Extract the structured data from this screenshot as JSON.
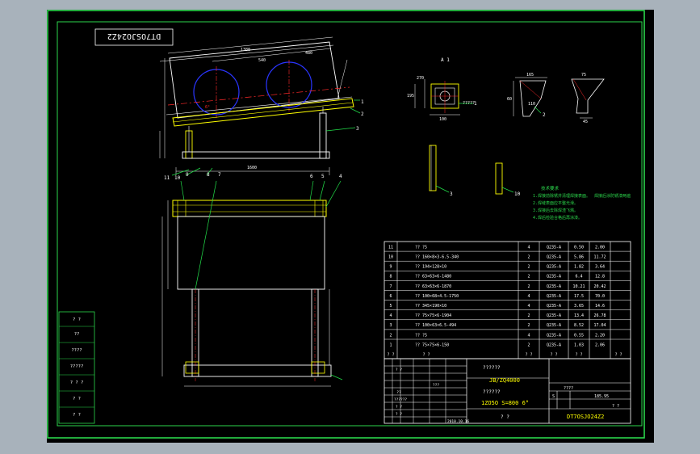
{
  "colors": {
    "background": "#a8b2bb",
    "sheet": "#000000",
    "frame": "#2bd64b",
    "line": "#ffffff",
    "accent_yellow": "#ffff00",
    "accent_red": "#ff2a2a",
    "accent_blue": "#2a35ff",
    "leader": "#22e04a"
  },
  "stamp": "DT7OSJO24Z2",
  "main_view": {
    "dims_top": [
      "1380",
      "540",
      "480"
    ],
    "dim_angle": "6°",
    "dim_overall_width": "1600",
    "callouts": [
      "1",
      "2",
      "3"
    ],
    "callouts_left": [
      "11",
      "10",
      "9",
      "8",
      "7"
    ],
    "callouts_top": [
      "6",
      "5",
      "4"
    ]
  },
  "detail": {
    "title": "A 1",
    "note": "?????",
    "dims_a": [
      "270",
      "195",
      "100"
    ],
    "dims_b": [
      "165",
      "60",
      "110"
    ],
    "dims_c": [
      "75",
      "45"
    ],
    "labels": [
      "1",
      "2",
      "3",
      "10"
    ]
  },
  "tech": {
    "title": "技术要求",
    "lines": [
      "1.焊接前除锈并清理焊接表面。",
      "2.焊缝表面应平整光滑。",
      "3.焊接后去除焊渣飞溅。",
      "4.焊后检验合格后再涂漆。"
    ],
    "side": "焊接后涂防锈漆两遍"
  },
  "bom": {
    "rows": [
      [
        "11",
        "?? ?5",
        "4",
        "Q235-A",
        "0.50",
        "2.00"
      ],
      [
        "10",
        "?? 160×8×3-6.5-340",
        "2",
        "Q235-A",
        "5.86",
        "11.72"
      ],
      [
        "9",
        "?? 194×128×10",
        "2",
        "Q235-A",
        "1.82",
        "3.64"
      ],
      [
        "8",
        "?? 63×63×6-1480",
        "2",
        "Q235-A",
        "6.4",
        "12.8"
      ],
      [
        "7",
        "?? 63×63×6-1870",
        "2",
        "Q235-A",
        "10.21",
        "20.42"
      ],
      [
        "6",
        "?? 100×68×4.5-1750",
        "4",
        "Q235-A",
        "17.5",
        "70.0"
      ],
      [
        "5",
        "?? 345×190×10",
        "4",
        "Q235-A",
        "3.65",
        "14.6"
      ],
      [
        "4",
        "?? 75×75×6-1904",
        "2",
        "Q235-A",
        "13.4",
        "26.78"
      ],
      [
        "3",
        "?? 100×63×6.5-494",
        "2",
        "Q235-A",
        "8.52",
        "17.04"
      ],
      [
        "2",
        "?? ?5",
        "4",
        "Q235-A",
        "0.55",
        "2.20"
      ],
      [
        "1",
        "?? 75×75×6-150",
        "2",
        "Q235-A",
        "1.03",
        "2.06"
      ]
    ],
    "header": [
      "? ?",
      "? ?",
      "? ?",
      "? ?",
      "? ?",
      "? ?"
    ]
  },
  "title_block": {
    "q1": "??????",
    "code": "JB/ZQ4000",
    "q2": "??????",
    "model": "1ZO5O S=800 6°",
    "name_q": "? ?",
    "drawing_no": "DT7OSJO24Z2",
    "mark_s": "S",
    "weight": "185.95",
    "scale_q": "? ?",
    "date": "2010.10.16",
    "small_q": "????",
    "left_labels": [
      "? ?",
      "??",
      "????",
      "?????",
      "? ? ?",
      "? ?",
      "? ?"
    ],
    "mid_labels": [
      "? ?",
      "???",
      "??",
      "??????",
      "? ?",
      "? ?"
    ]
  }
}
